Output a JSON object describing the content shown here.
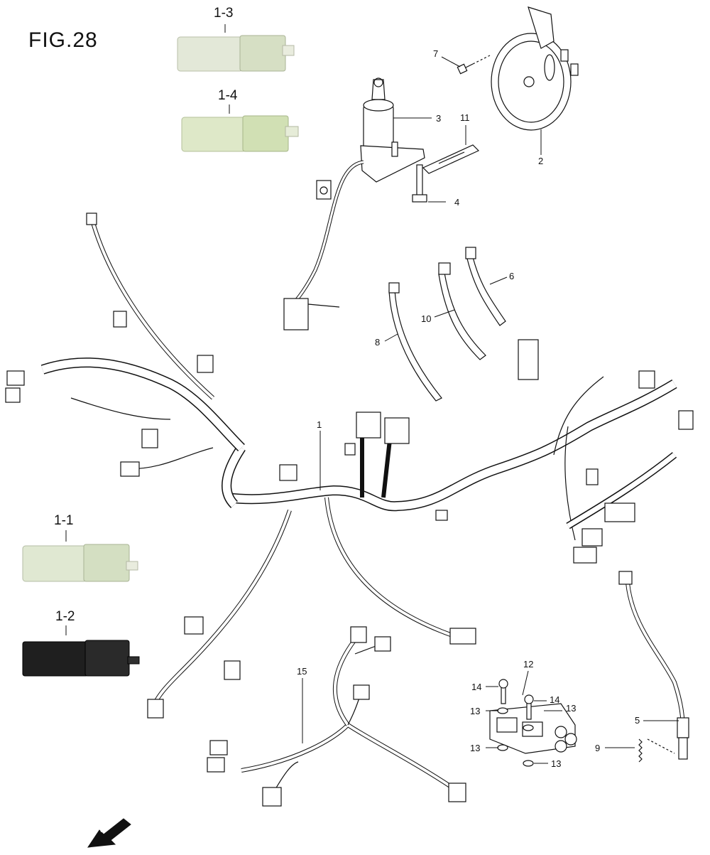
{
  "figure": {
    "title": "FIG.28"
  },
  "parts": {
    "p1": "1",
    "p2": "2",
    "p3": "3",
    "p4": "4",
    "p5": "5",
    "p6": "6",
    "p7": "7",
    "p8": "8",
    "p9": "9",
    "p10": "10",
    "p11": "11",
    "p12": "12",
    "p13": "13",
    "p14": "14",
    "p15": "15"
  },
  "subparts": {
    "s1_1": "1-1",
    "s1_2": "1-2",
    "s1_3": "1-3",
    "s1_4": "1-4"
  },
  "direction": {
    "fwd": "FWD"
  },
  "colors": {
    "line": "#111111",
    "relay_light": "#dfe6d2",
    "relay_dark": "#1d1d1d"
  }
}
